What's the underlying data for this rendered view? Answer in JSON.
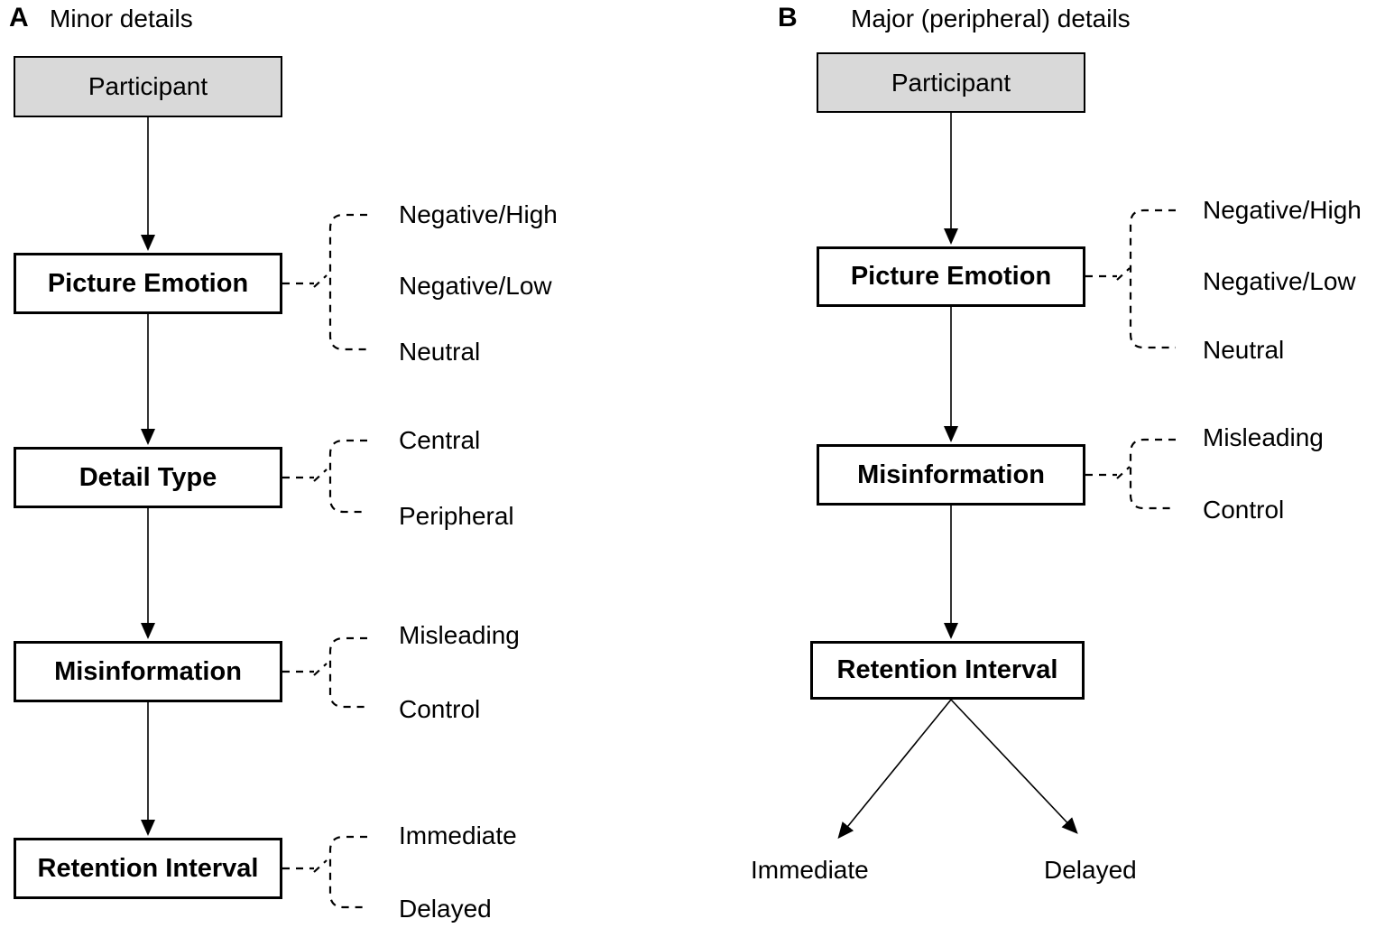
{
  "colors": {
    "participant_fill": "#d9d9d9",
    "line": "#000000",
    "text": "#000000",
    "background": "#ffffff"
  },
  "panel_a": {
    "label": "A",
    "title": "Minor details",
    "participant": "Participant",
    "nodes": [
      {
        "label": "Picture Emotion",
        "options": [
          "Negative/High",
          "Negative/Low",
          "Neutral"
        ]
      },
      {
        "label": "Detail Type",
        "options": [
          "Central",
          "Peripheral"
        ]
      },
      {
        "label": "Misinformation",
        "options": [
          "Misleading",
          "Control"
        ]
      },
      {
        "label": "Retention Interval",
        "options": [
          "Immediate",
          "Delayed"
        ]
      }
    ]
  },
  "panel_b": {
    "label": "B",
    "title": "Major (peripheral) details",
    "participant": "Participant",
    "nodes": [
      {
        "label": "Picture Emotion",
        "options": [
          "Negative/High",
          "Negative/Low",
          "Neutral"
        ]
      },
      {
        "label": "Misinformation",
        "options": [
          "Misleading",
          "Control"
        ]
      },
      {
        "label": "Retention Interval",
        "options": []
      }
    ],
    "terminal_branches": [
      "Immediate",
      "Delayed"
    ]
  }
}
